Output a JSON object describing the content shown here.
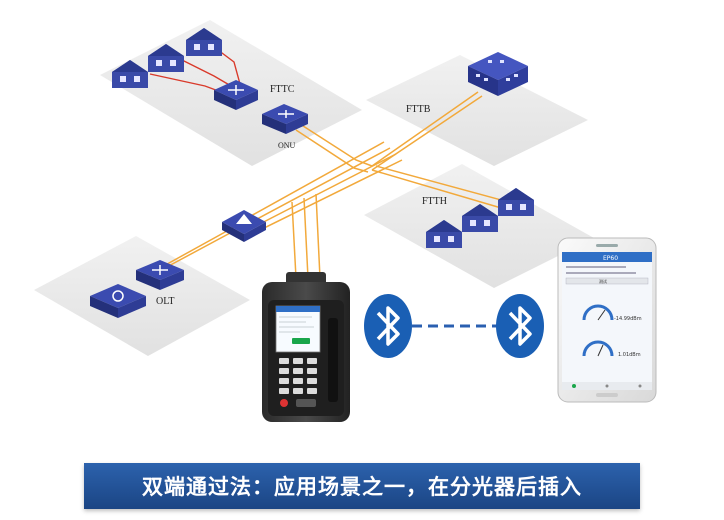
{
  "labels": {
    "fttc": "FTTC",
    "onu": "ONU",
    "fttb": "FTTB",
    "ftth": "FTTH",
    "olt": "OLT"
  },
  "phone": {
    "app_title": "EP60",
    "button_label": "测试",
    "reading_1": "-14.99dBm",
    "reading_2": "1.01dBm"
  },
  "caption": "双端通过法：应用场景之一，在分光器后插入",
  "colors": {
    "fiber": "#f2a93b",
    "device_blue": "#2b3a8f",
    "bluetooth": "#1a5fb4",
    "banner": "#23549a",
    "copper": "#d93a2b"
  }
}
